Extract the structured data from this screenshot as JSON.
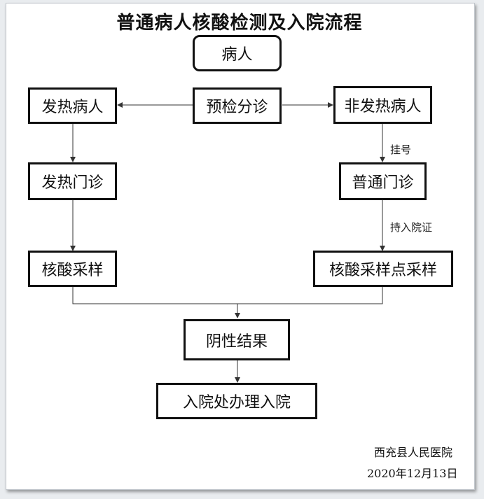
{
  "title": "普通病人核酸检测及入院流程",
  "nodes": {
    "patient": "病人",
    "pre_triage": "预检分诊",
    "fever_patient": "发热病人",
    "non_fever_patient": "非发热病人",
    "fever_clinic": "发热门诊",
    "general_clinic": "普通门诊",
    "nucleic_sampling": "核酸采样",
    "sampling_point": "核酸采样点采样",
    "negative_result": "阴性结果",
    "admission": "入院处办理入院"
  },
  "edge_labels": {
    "register": "挂号",
    "with_admission_cert": "持入院证"
  },
  "footer": {
    "organization": "西充县人民医院",
    "date": "2020年12月13日"
  }
}
